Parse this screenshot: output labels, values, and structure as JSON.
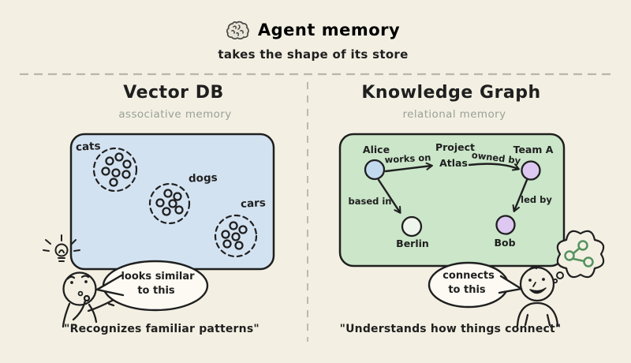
{
  "header": {
    "icon": "brain-icon",
    "title": "Agent memory",
    "subtitle": "takes the shape of its store"
  },
  "left_panel": {
    "title": "Vector DB",
    "subtitle": "associative memory",
    "clusters": [
      {
        "label": "cats"
      },
      {
        "label": "dogs"
      },
      {
        "label": "cars"
      }
    ],
    "speech_bubble": {
      "line1": "looks similar",
      "line2": "to this"
    },
    "caption": "\"Recognizes familiar patterns\""
  },
  "right_panel": {
    "title": "Knowledge Graph",
    "subtitle": "relational memory",
    "graph": {
      "nodes": {
        "alice": {
          "label": "Alice"
        },
        "atlas": {
          "line1": "Project",
          "line2": "Atlas"
        },
        "team_a": {
          "label": "Team A"
        },
        "berlin": {
          "label": "Berlin"
        },
        "bob": {
          "label": "Bob"
        }
      },
      "edges": {
        "works_on": {
          "label": "works on"
        },
        "owned_by": {
          "label": "owned by"
        },
        "based_in": {
          "label": "based in"
        },
        "led_by": {
          "label": "led by"
        }
      }
    },
    "speech_bubble": {
      "line1": "connects",
      "line2": "to this"
    },
    "caption": "\"Understands how things connect\""
  },
  "colors": {
    "background": "#f3f0e3",
    "ink": "#1f1f1f",
    "vector_box_fill": "#d3e2f1",
    "graph_box_fill": "#cbe6c9",
    "node_alice": "#c3d9ee",
    "node_team_a": "#dcc8f0",
    "node_bob": "#dcc8f0",
    "node_berlin": "#eef5ec",
    "subtitle_gray": "#9aa096",
    "thought_graph_green": "#55925f"
  }
}
